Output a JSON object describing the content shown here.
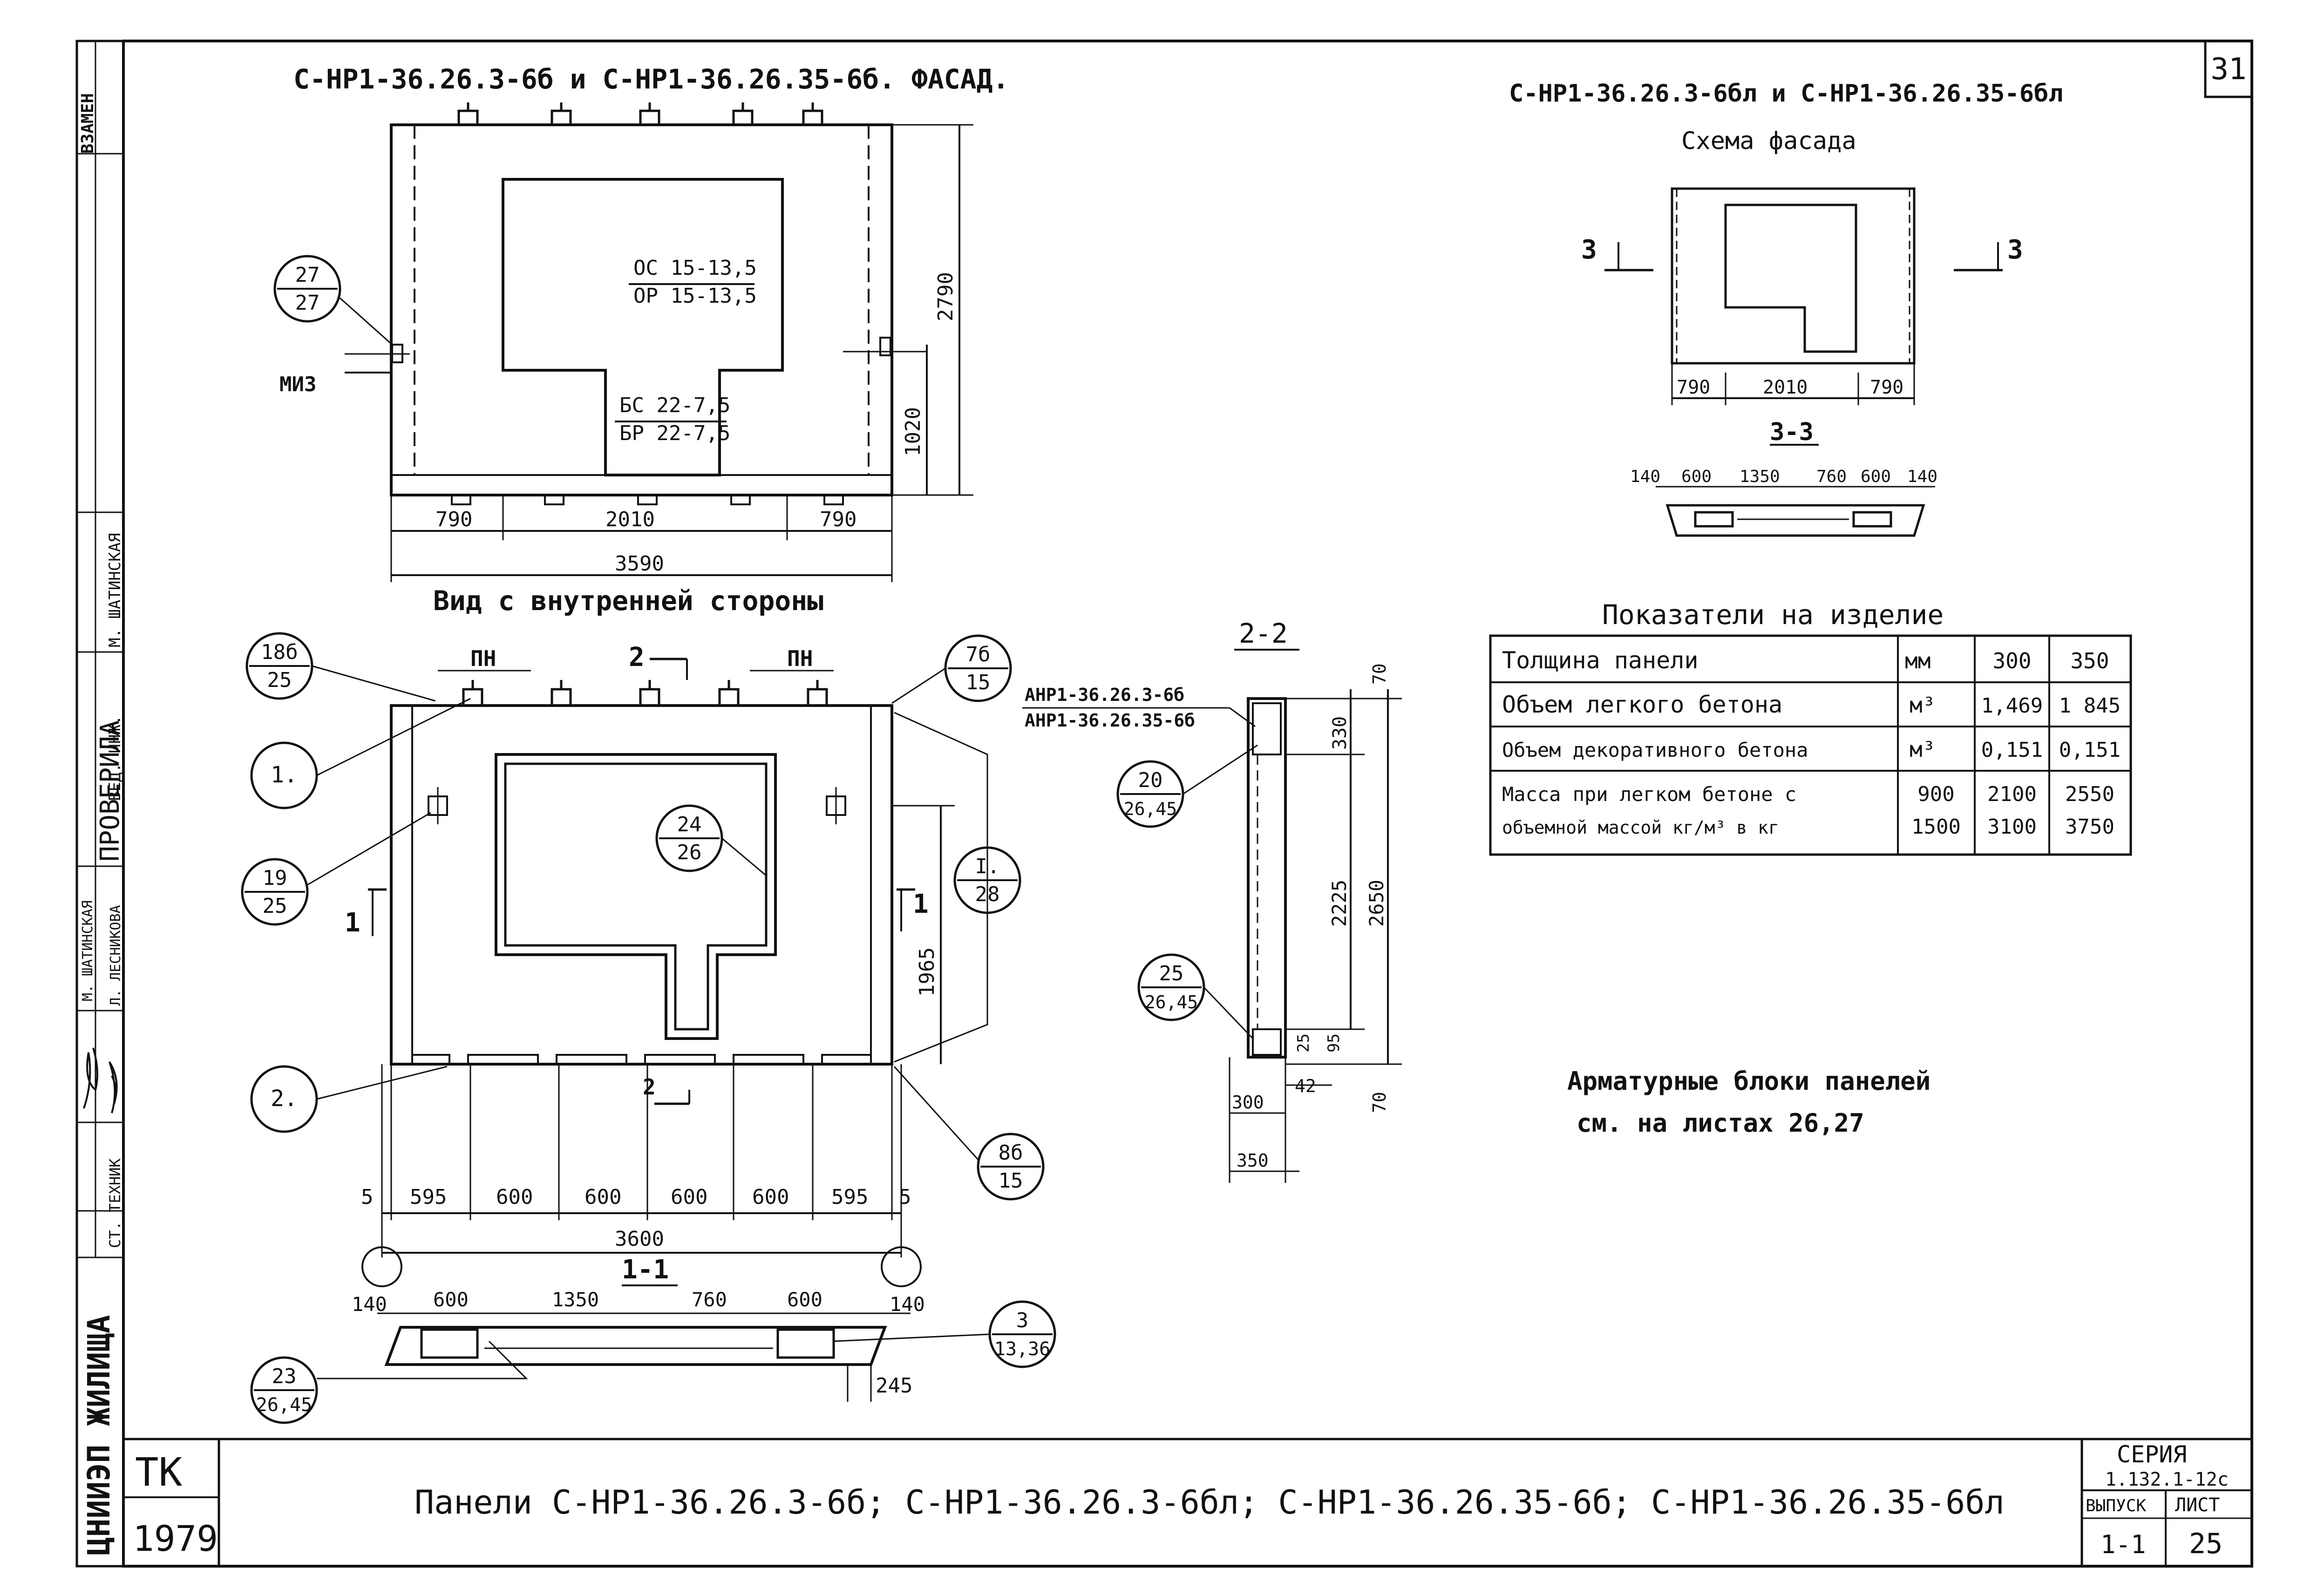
{
  "sheet_number": "31",
  "titles": {
    "facade": "С-НР1-36.26.3-6б и С-НР1-36.26.35-6б. ФАСАД.",
    "inner": "Вид с внутренней стороны",
    "facade_scheme_title": "С-НР1-36.26.3-6бл и С-НР1-36.26.35-6бл",
    "facade_scheme_sub": "Схема фасада",
    "section_33": "3-3",
    "section_22": "2-2",
    "section_11": "1-1"
  },
  "facade": {
    "window_label_top": "ОС 15-13,5",
    "window_label_bottom": "ОР 15-13,5",
    "door_label_top": "БС 22-7,5",
    "door_label_bottom": "БР 22-7,5",
    "callout_27": {
      "top": "27",
      "bottom": "27"
    },
    "miz": "МИ3",
    "dim_height": "2790",
    "dim_1020": "1020",
    "dims_bottom": [
      "790",
      "2010",
      "790"
    ],
    "dim_total": "3590"
  },
  "scheme": {
    "dims": [
      "790",
      "2010",
      "790"
    ],
    "cut_left": "3",
    "cut_right": "3",
    "section_dims": [
      "140",
      "600",
      "1350",
      "760",
      "600",
      "140"
    ]
  },
  "inner": {
    "callouts": [
      {
        "top": "18б",
        "bottom": "25"
      },
      {
        "top": "7б",
        "bottom": "15"
      },
      {
        "top": "1.",
        "bottom": ""
      },
      {
        "top": "19",
        "bottom": "25"
      },
      {
        "top": "24",
        "bottom": "26"
      },
      {
        "top": "I.",
        "bottom": "28"
      },
      {
        "top": "2.",
        "bottom": ""
      },
      {
        "top": "8б",
        "bottom": "15"
      },
      {
        "top": "23",
        "bottom": "26,45"
      },
      {
        "top": "3",
        "bottom": "13,36"
      }
    ],
    "pn_left": "ПН",
    "pn_right": "ПН",
    "cut_2_top": "2",
    "cut_2_bottom": "2",
    "cut_1_left": "1",
    "cut_1_right": "1",
    "dim_1965": "1965",
    "dims_bottom": [
      "5",
      "595",
      "600",
      "600",
      "600",
      "600",
      "595",
      "5"
    ],
    "dim_total": "3600",
    "section_dims": [
      "140",
      "600",
      "1350",
      "760",
      "600",
      "140"
    ],
    "dim_245": "245"
  },
  "section22": {
    "anr_1": "АНР1-36.26.3-6б",
    "anr_2": "АНР1-36.26.35-6б",
    "callout_20": {
      "top": "20",
      "bottom": "26,45"
    },
    "callout_25": {
      "top": "25",
      "bottom": "26,45"
    },
    "dim_70_top": "70",
    "dim_330": "330",
    "dim_2225": "2225",
    "dim_2650": "2650",
    "dim_25": "25",
    "dim_95": "95",
    "dim_42": "42",
    "dim_70_bottom": "70",
    "dim_300": "300",
    "dim_350": "350"
  },
  "indicators": {
    "title": "Показатели на изделие",
    "rows": [
      {
        "label": "Толщина панели",
        "unit": "мм",
        "v1": "300",
        "v2": "350"
      },
      {
        "label": "Объем легкого бетона",
        "unit": "м³",
        "v1": "1,469",
        "v2": "1 845"
      },
      {
        "label": "Объем декоративного бетона",
        "unit": "м³",
        "v1": "0,151",
        "v2": "0,151"
      }
    ],
    "mass_label_1": "Масса при легком бетоне с",
    "mass_label_2": "объемной массой кг/м³ в кг",
    "mass_rows": [
      {
        "density": "900",
        "v1": "2100",
        "v2": "2550"
      },
      {
        "density": "1500",
        "v1": "3100",
        "v2": "3750"
      }
    ]
  },
  "note": {
    "line1": "Арматурные блоки панелей",
    "line2": "см. на листах 26,27"
  },
  "title_block": {
    "org": "ТК",
    "year": "1979",
    "main_title": "Панели С-НР1-36.26.3-6б; С-НР1-36.26.3-6бл; С-НР1-36.26.35-6б; С-НР1-36.26.35-6бл",
    "series_label": "СЕРИЯ",
    "series_value": "1.132.1-12с",
    "issue_label": "ВЫПУСК",
    "issue_value": "1-1",
    "sheet_label": "ЛИСТ",
    "sheet_value": "25"
  },
  "side_stamp": {
    "institute": "ЦНИИЭП ЖИЛИЩА",
    "vzamen": "ВЗАМЕН",
    "proverila": "ПРОВЕРИЛА",
    "row1": "М. ШАТИНСКАЯ",
    "row2_role": "ВЕД. ИНЖ.",
    "row2_name": "М. ШАТИНСКАЯ",
    "row3_name": "Л. ЛЕСНИКОВА",
    "row4_role": "СТ. ТЕХНИК"
  }
}
